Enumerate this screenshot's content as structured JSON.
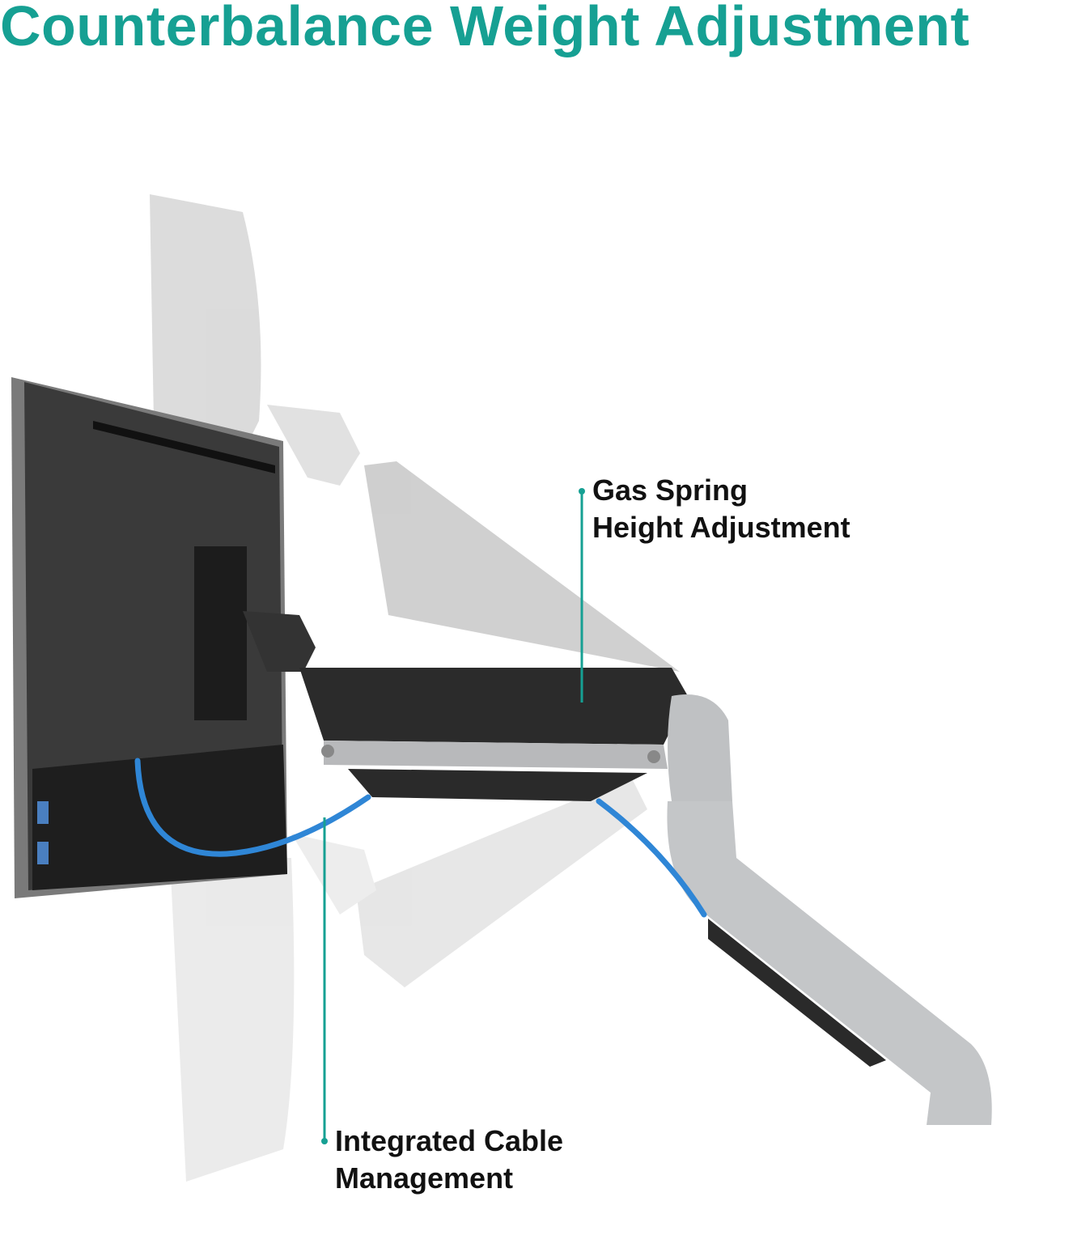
{
  "title": "Counterbalance Weight Adjustment",
  "callouts": {
    "gas_spring": {
      "line1": "Gas Spring",
      "line2": "Height Adjustment"
    },
    "cable": {
      "line1": "Integrated Cable",
      "line2": "Management"
    }
  },
  "colors": {
    "accent": "#16a093",
    "cable": "#2f86d6",
    "arm": "#c4c6c8",
    "dark": "#2a2a2a"
  }
}
